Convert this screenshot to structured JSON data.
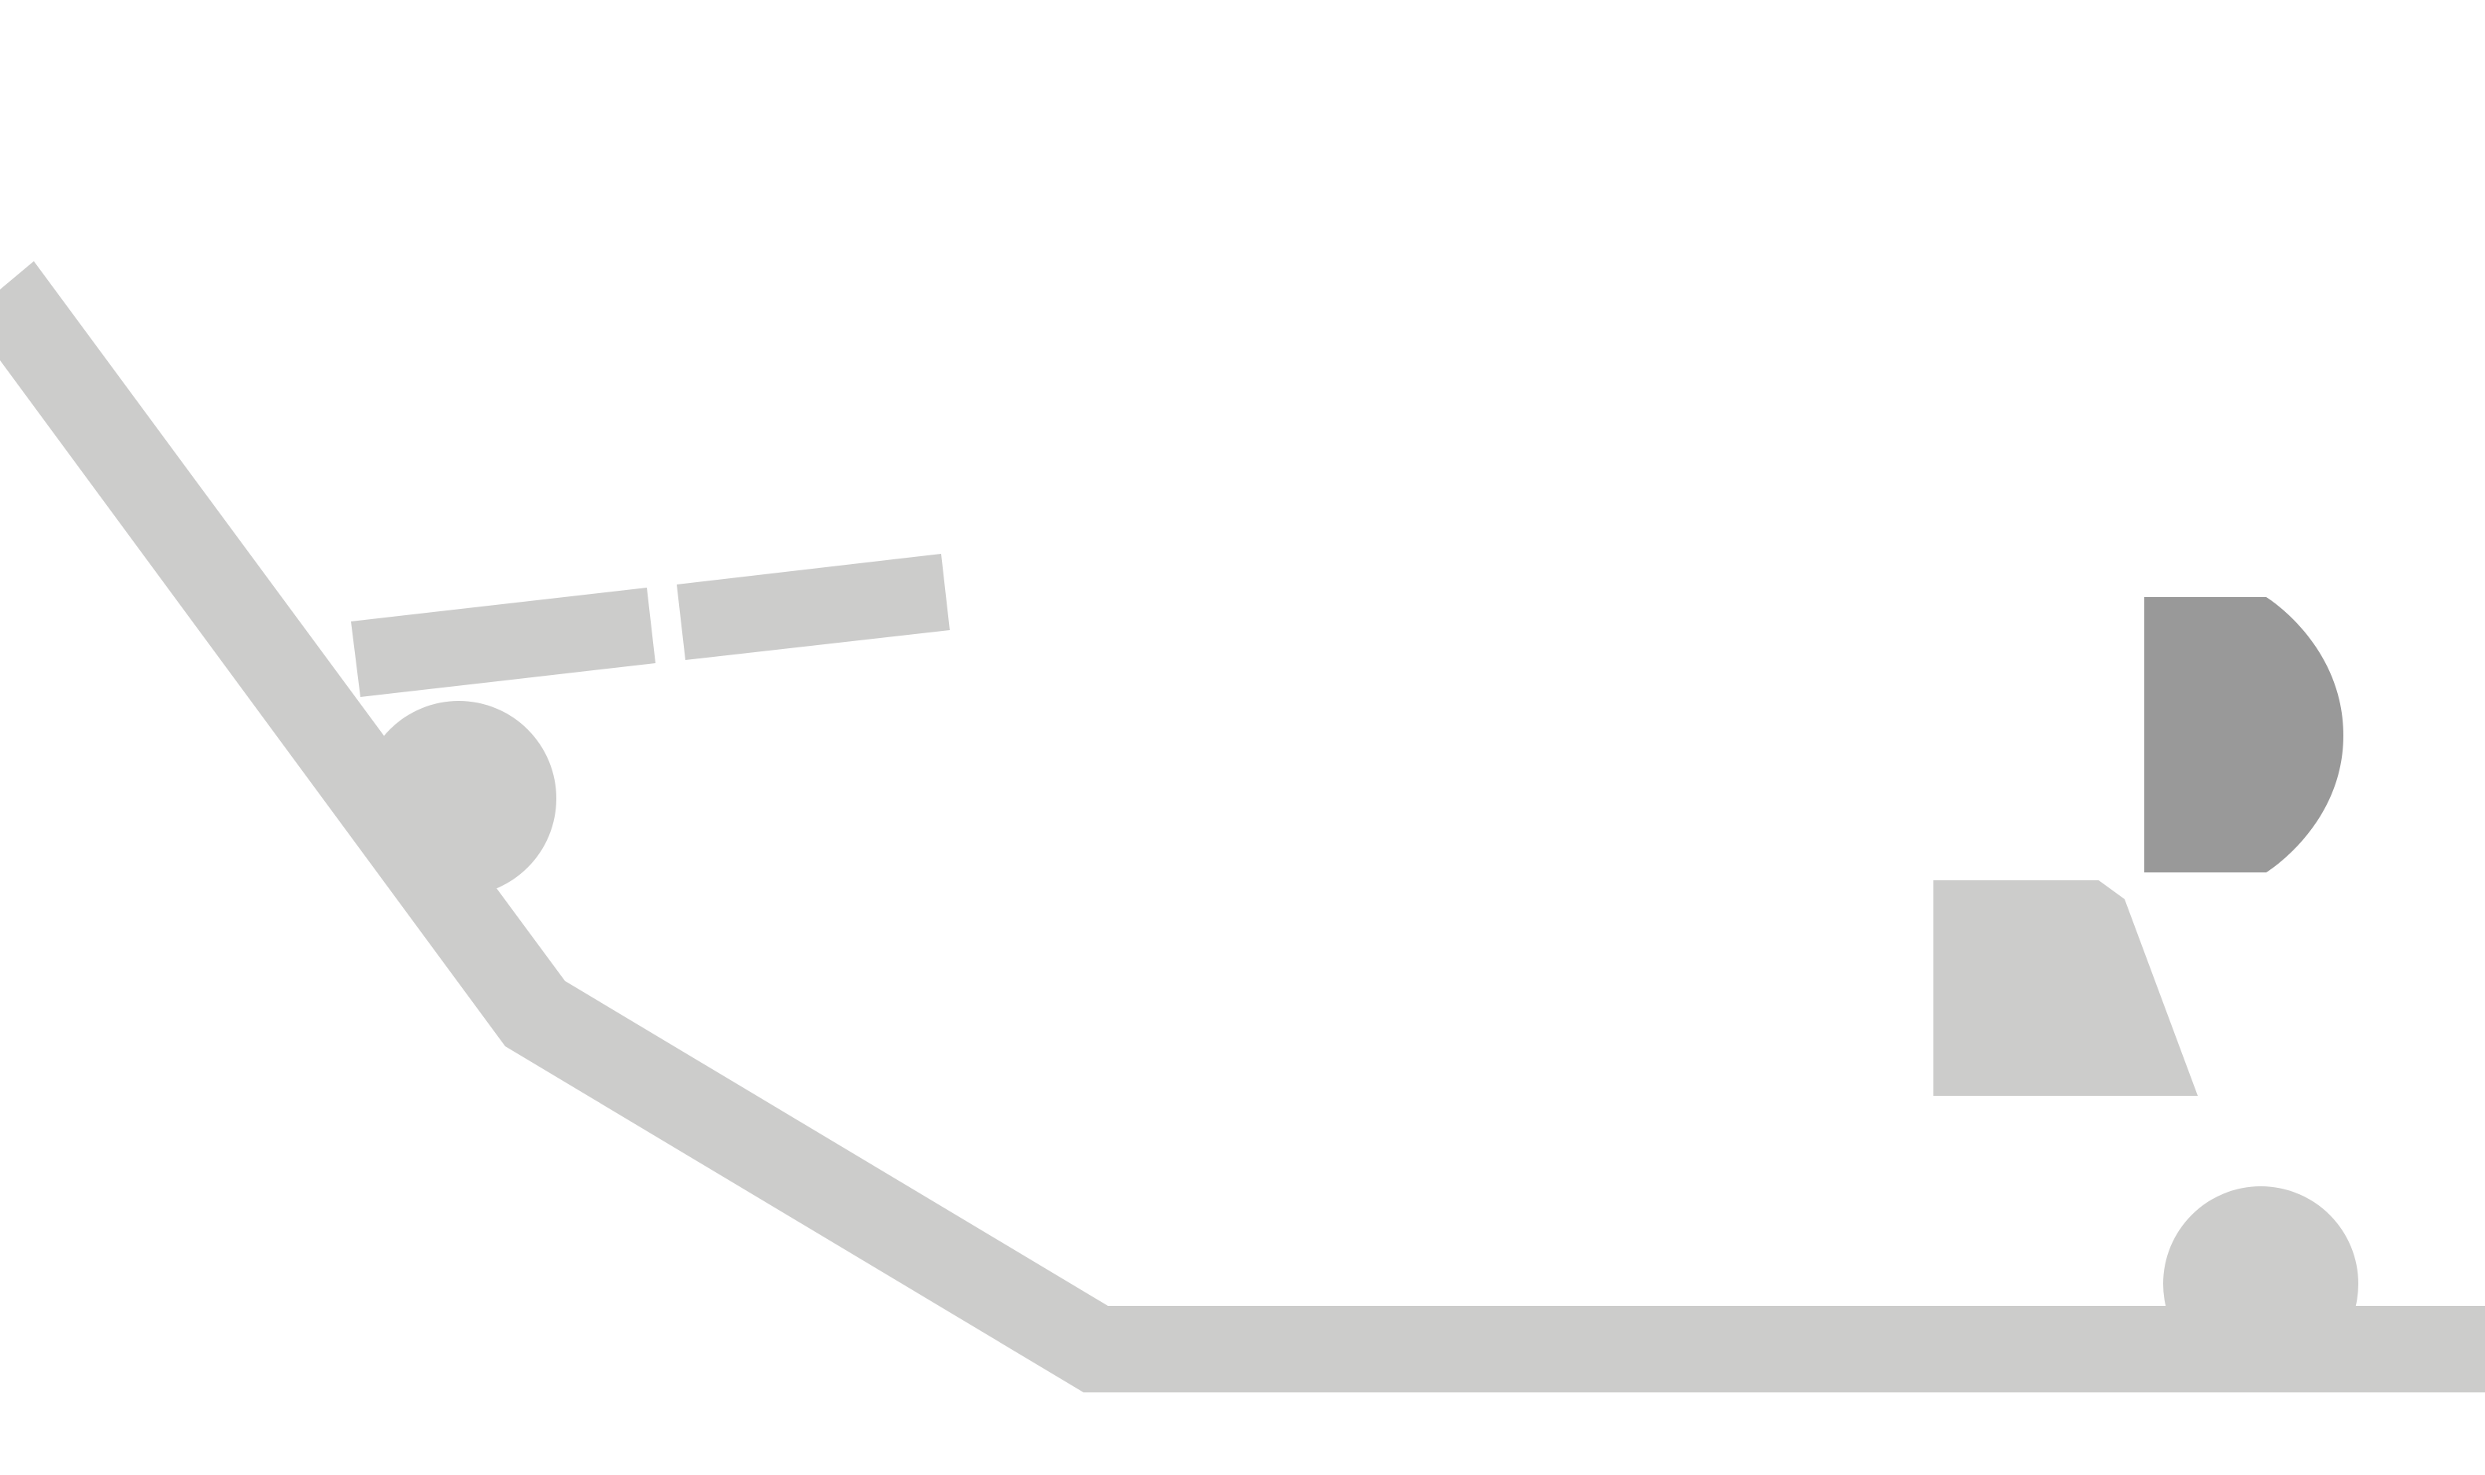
{
  "scene": {
    "background_color": "#ffffff",
    "colors": {
      "terrain": "#cccccb",
      "plank": "#cccccb",
      "ball": "#cccccb",
      "block": "#cccccb",
      "selected_piece": "#999999"
    },
    "objects": [
      {
        "name": "ramp-terrain",
        "kind": "polyline-ground"
      },
      {
        "name": "plank-left",
        "kind": "rectangle"
      },
      {
        "name": "plank-right",
        "kind": "rectangle"
      },
      {
        "name": "ball-on-ramp",
        "kind": "circle"
      },
      {
        "name": "ball-on-floor",
        "kind": "circle"
      },
      {
        "name": "trapezoid-block",
        "kind": "polygon"
      },
      {
        "name": "d-shaped-piece",
        "kind": "polygon",
        "selected": true
      }
    ]
  }
}
